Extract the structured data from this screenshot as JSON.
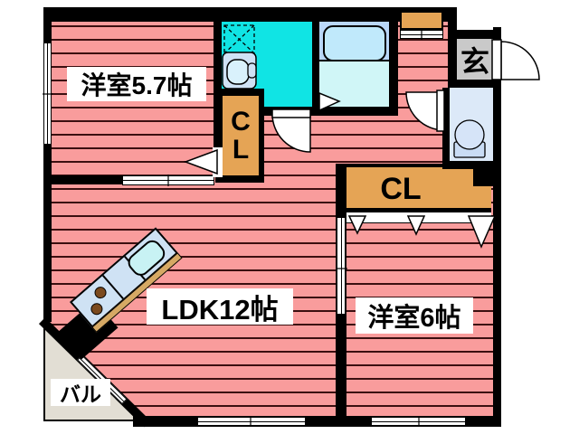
{
  "floorplan": {
    "rooms": {
      "western_room_1": {
        "label": "洋室5.7帖"
      },
      "ldk": {
        "label": "LDK12帖"
      },
      "western_room_2": {
        "label": "洋室6帖"
      },
      "entrance": {
        "label": "玄"
      },
      "balcony": {
        "label": "バル"
      },
      "closet_main": {
        "letters": [
          "C",
          "L"
        ]
      },
      "closet_hall": {
        "label": "CL"
      }
    },
    "colors": {
      "floor_pink": "#F99C9C",
      "floor_stripe": "#3B0F10",
      "washroom_cyan": "#10E4E4",
      "bathroom_wall_blue": "#B9D7F8",
      "bathroom_floor": "#D0F6F7",
      "bathtub_blue": "#C0E9FB",
      "closet_orange": "#E5A455",
      "entrance_gray": "#C9C9C9",
      "toilet_blue": "#DCE9F8",
      "balcony_beige": "#E2DED4",
      "wall_black": "#000000"
    },
    "fixture_icons": [
      "bathtub-icon",
      "washing-machine-pan-icon",
      "washbasin-icon",
      "toilet-icon",
      "kitchen-counter-icon",
      "stove-burners-icon",
      "shoe-cabinet-icon"
    ]
  }
}
